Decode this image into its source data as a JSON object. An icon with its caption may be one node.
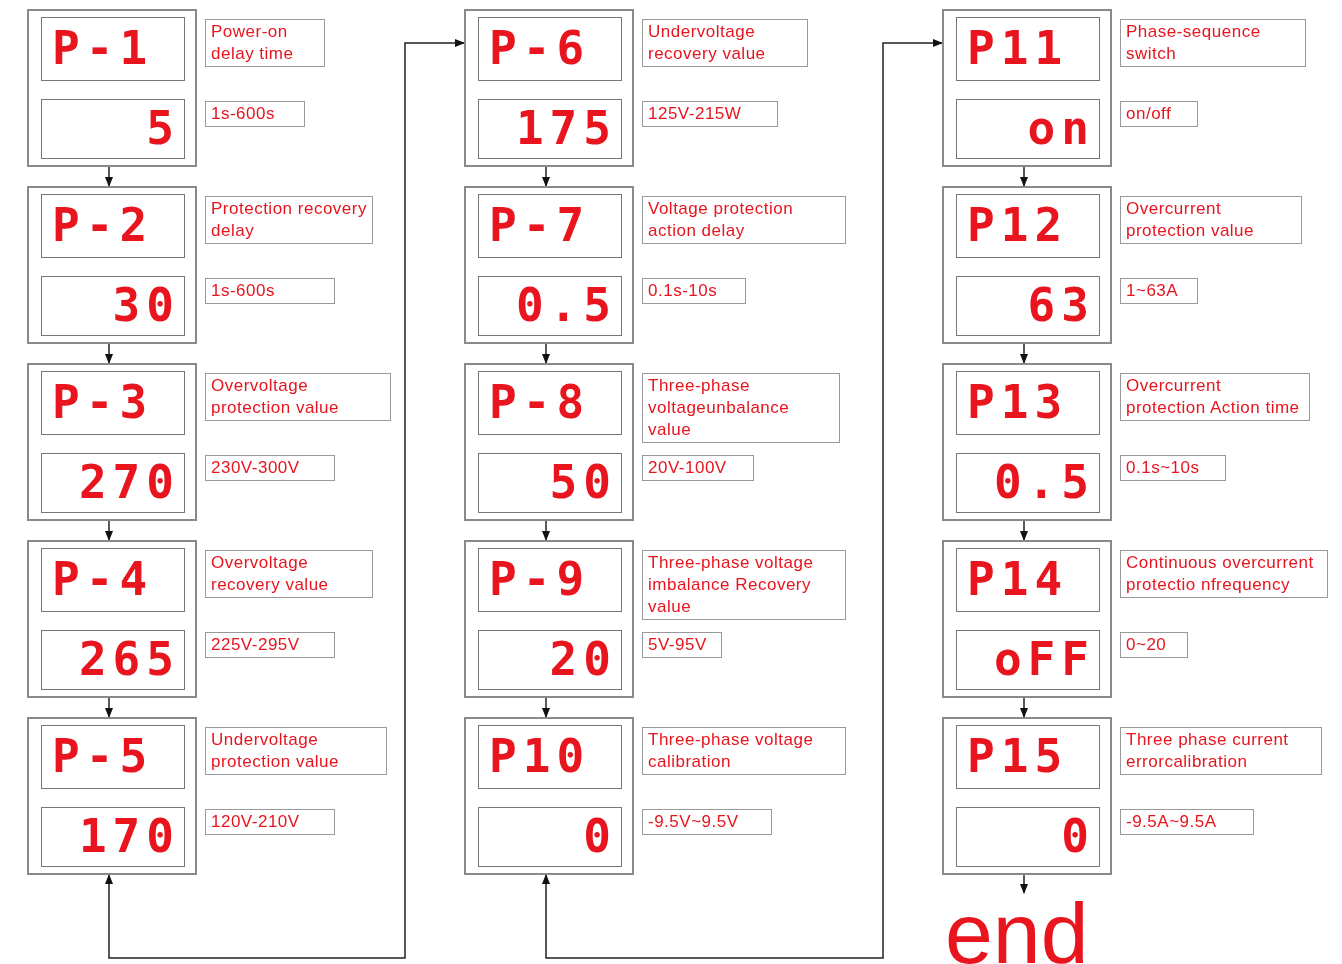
{
  "diagram": {
    "nodes": [
      {
        "text": [
          "P-1",
          "5"
        ],
        "beside": [
          "Power-on delay time",
          "1s-600s"
        ]
      },
      {
        "text": [
          "P-2",
          "30"
        ],
        "beside": [
          "Protection recovery delay",
          "1s-600s"
        ]
      },
      {
        "text": [
          "P-3",
          "270"
        ],
        "beside": [
          "Overvoltage protection value",
          "230V-300V"
        ]
      },
      {
        "text": [
          "P-4",
          "265"
        ],
        "beside": [
          "Overvoltage recovery value",
          "225V-295V"
        ]
      },
      {
        "text": [
          "P-5",
          "170"
        ],
        "beside": [
          "Undervoltage protection value",
          "120V-210V"
        ]
      },
      {
        "text": [
          "P-6",
          "175"
        ],
        "beside": [
          "Undervoltage recovery value",
          "125V-215W"
        ]
      },
      {
        "text": [
          "P-7",
          "0.5"
        ],
        "beside": [
          "Voltage protection action delay",
          "0.1s-10s"
        ]
      },
      {
        "text": [
          "P-8",
          "50"
        ],
        "beside": [
          "Three-phase voltageunbalance value",
          "20V-100V"
        ]
      },
      {
        "text": [
          "P-9",
          "20"
        ],
        "beside": [
          "Three-phase voltage imbalance Recovery value",
          "5V-95V"
        ]
      },
      {
        "text": [
          "P10",
          "0"
        ],
        "beside": [
          "Three-phase voltage calibration",
          "-9.5V~9.5V"
        ]
      },
      {
        "text": [
          "P11",
          "on"
        ],
        "beside": [
          "Phase-sequence switch",
          "on/off"
        ]
      },
      {
        "text": [
          "P12",
          "63"
        ],
        "beside": [
          "Overcurrent protection value",
          "1~63A"
        ]
      },
      {
        "text": [
          "P13",
          "0.5"
        ],
        "beside": [
          "Overcurrent protection Action time",
          "0.1s~10s"
        ]
      },
      {
        "text": [
          "P14",
          "oFF"
        ],
        "beside": [
          "Continuous overcurrent protectio nfrequency",
          "0~20"
        ]
      },
      {
        "text": [
          "P15",
          "0"
        ],
        "beside": [
          "Three phase current errorcalibration",
          "-9.5A~9.5A"
        ]
      },
      {
        "text": [
          "end"
        ]
      }
    ],
    "edges": [
      {
        "from": 0,
        "to": 1,
        "arrow": "to"
      },
      {
        "from": 1,
        "to": 2,
        "arrow": "to"
      },
      {
        "from": 2,
        "to": 3,
        "arrow": "to"
      },
      {
        "from": 3,
        "to": 4,
        "arrow": "to"
      },
      {
        "from": 4,
        "to": 5,
        "arrow": "both"
      },
      {
        "from": 5,
        "to": 6,
        "arrow": "to"
      },
      {
        "from": 6,
        "to": 7,
        "arrow": "to"
      },
      {
        "from": 7,
        "to": 8,
        "arrow": "to"
      },
      {
        "from": 8,
        "to": 9,
        "arrow": "to"
      },
      {
        "from": 9,
        "to": 10,
        "arrow": "both"
      },
      {
        "from": 10,
        "to": 11,
        "arrow": "to"
      },
      {
        "from": 11,
        "to": 12,
        "arrow": "to"
      },
      {
        "from": 12,
        "to": 13,
        "arrow": "to"
      },
      {
        "from": 13,
        "to": 14,
        "arrow": "to"
      },
      {
        "from": 14,
        "to": 15,
        "arrow": "to"
      }
    ]
  }
}
